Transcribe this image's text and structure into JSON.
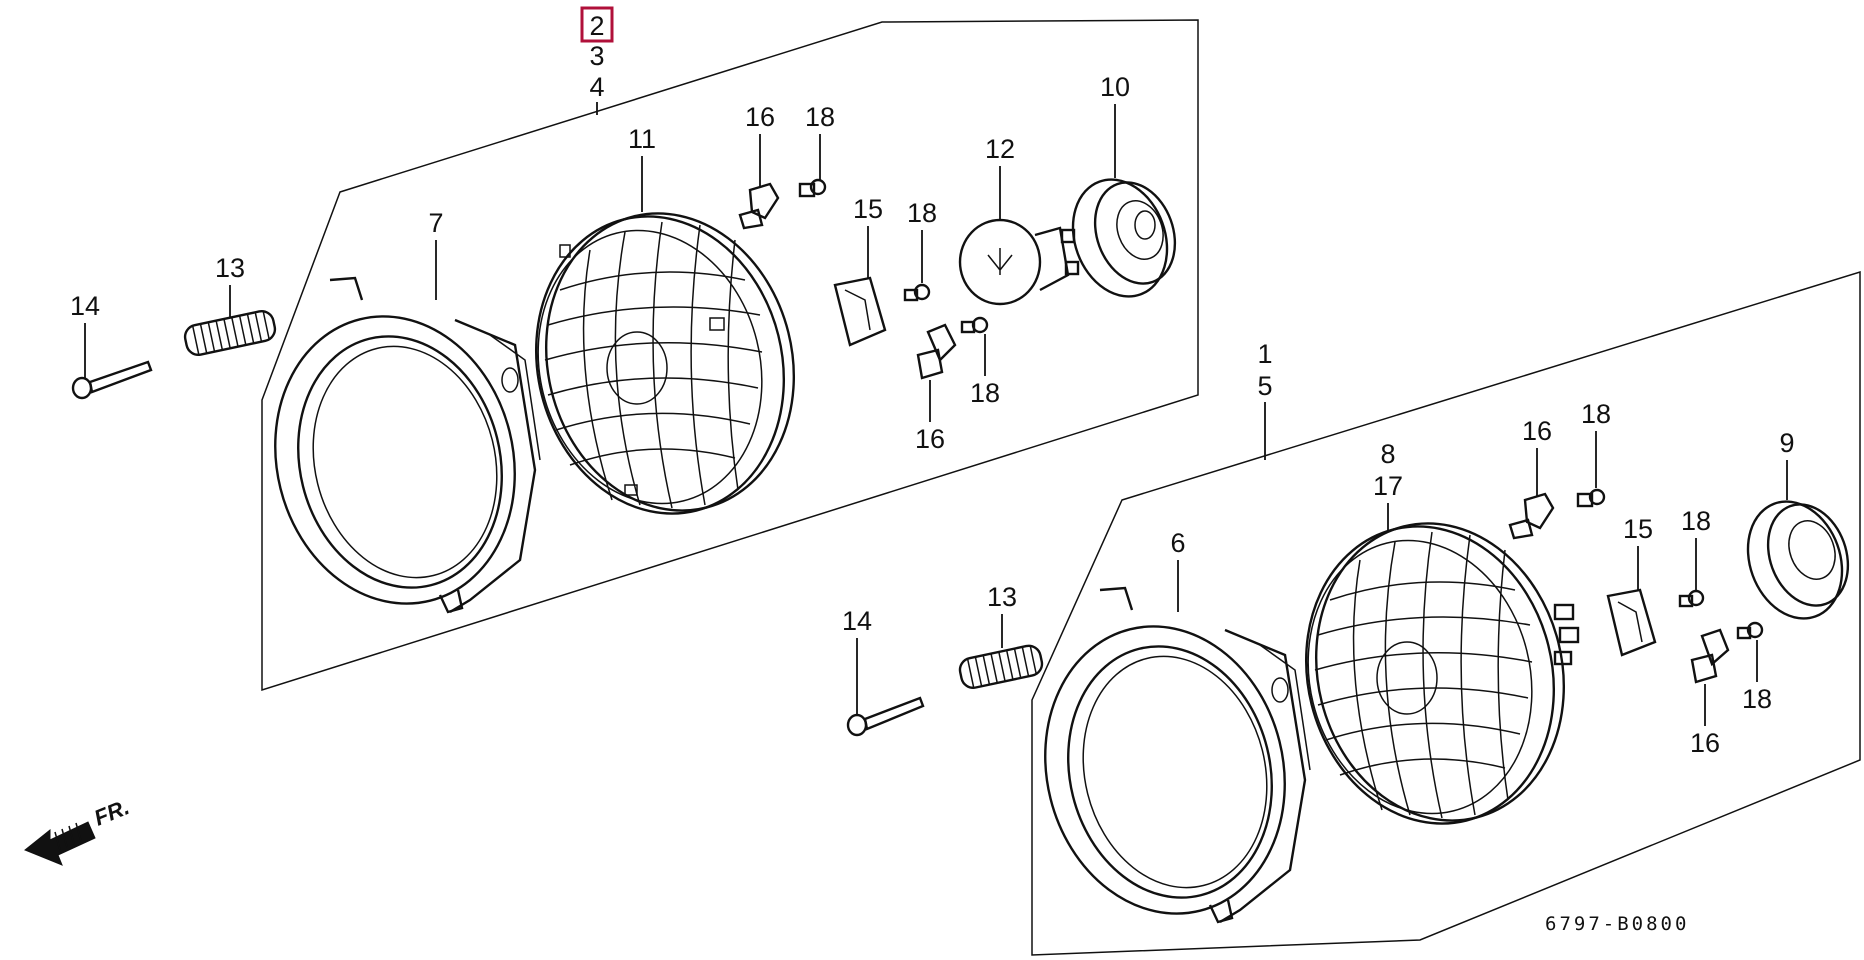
{
  "diagram": {
    "drawing_code": "6797-B0800",
    "front_arrow_label": "FR.",
    "highlight_color": "#b0103a",
    "upper_assembly": {
      "ref_numbers": [
        "2",
        "3",
        "4"
      ],
      "highlighted_ref": "2",
      "parts": {
        "bezel": "7",
        "sealed_beam": "11",
        "bulb": "12",
        "socket": "10",
        "spring": "13",
        "screw": "14",
        "bracket": "15",
        "clip_upper": "16",
        "clip_lower": "16",
        "nut_upper": "18",
        "nut_mid": "18",
        "nut_lower": "18"
      }
    },
    "lower_assembly": {
      "ref_numbers": [
        "1",
        "5"
      ],
      "parts": {
        "bezel": "6",
        "unit_a": "8",
        "unit_b": "17",
        "socket": "9",
        "spring": "13",
        "screw": "14",
        "bracket": "15",
        "clip_upper": "16",
        "clip_lower": "16",
        "nut_upper": "18",
        "nut_mid": "18",
        "nut_lower": "18"
      }
    }
  }
}
